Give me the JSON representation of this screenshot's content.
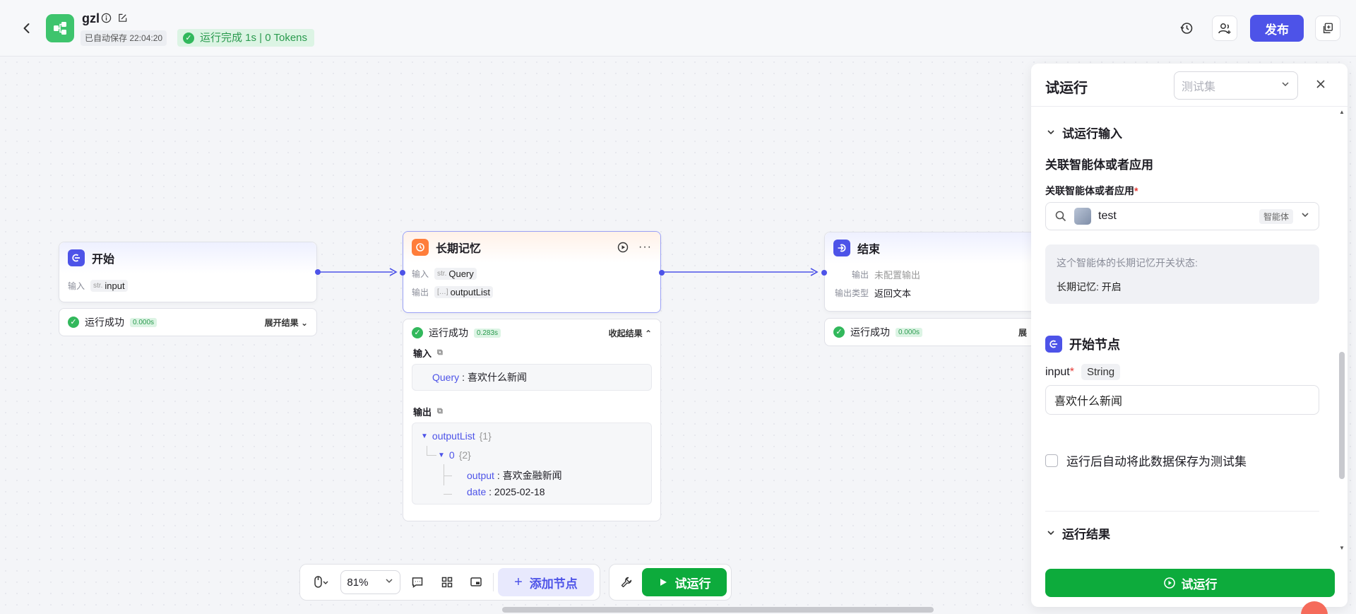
{
  "header": {
    "app_name": "gzl",
    "autosave": "已自动保存 22:04:20",
    "run_status": "运行完成 1s | 0 Tokens",
    "publish_label": "发布",
    "colors": {
      "brand": "#4d53e8",
      "app_logo": "#3ec46d",
      "success": "#32b85c"
    }
  },
  "nodes": {
    "start": {
      "title": "开始",
      "input_label": "输入",
      "input_type": "str.",
      "input_name": "input",
      "result_status": "运行成功",
      "result_time": "0.000s",
      "toggle_label": "展开结果"
    },
    "memory": {
      "title": "长期记忆",
      "input_label": "输入",
      "input_type": "str.",
      "input_name": "Query",
      "output_label": "输出",
      "output_type": "[…]",
      "output_name": "outputList",
      "result_status": "运行成功",
      "result_time": "0.283s",
      "toggle_label": "收起结果",
      "result_input_label": "输入",
      "result_input_key": "Query",
      "result_input_value": "喜欢什么新闻",
      "result_output_label": "输出",
      "tree_root_key": "outputList",
      "tree_root_count": "{1}",
      "tree_child_key": "0",
      "tree_child_count": "{2}",
      "tree_output_key": "output",
      "tree_output_value": "喜欢金融新闻",
      "tree_date_key": "date",
      "tree_date_value": "2025-02-18"
    },
    "end": {
      "title": "结束",
      "output_label": "输出",
      "output_value": "未配置输出",
      "output_type_label": "输出类型",
      "output_type_value": "返回文本",
      "result_status": "运行成功",
      "result_time": "0.000s",
      "toggle_label": "展"
    }
  },
  "panel": {
    "title": "试运行",
    "testset_placeholder": "测试集",
    "section_input": "试运行输入",
    "assoc_heading": "关联智能体或者应用",
    "assoc_field_label": "关联智能体或者应用",
    "agent_name": "test",
    "agent_tag": "智能体",
    "info_line1": "这个智能体的长期记忆开关状态:",
    "info_line2": "长期记忆: 开启",
    "start_node_title": "开始节点",
    "input_field_name": "input",
    "input_field_type": "String",
    "input_field_value": "喜欢什么新闻",
    "save_checkbox_label": "运行后自动将此数据保存为测试集",
    "section_result": "运行结果",
    "run_button_label": "试运行"
  },
  "toolbar": {
    "zoom": "81%",
    "add_node_label": "添加节点",
    "run_label": "试运行"
  },
  "icons": {
    "back": "chevron-left-icon",
    "info": "info-icon",
    "edit": "edit-icon",
    "history": "history-icon",
    "collaborate": "users-add-icon",
    "copy": "copy-icon",
    "close": "close-icon"
  }
}
